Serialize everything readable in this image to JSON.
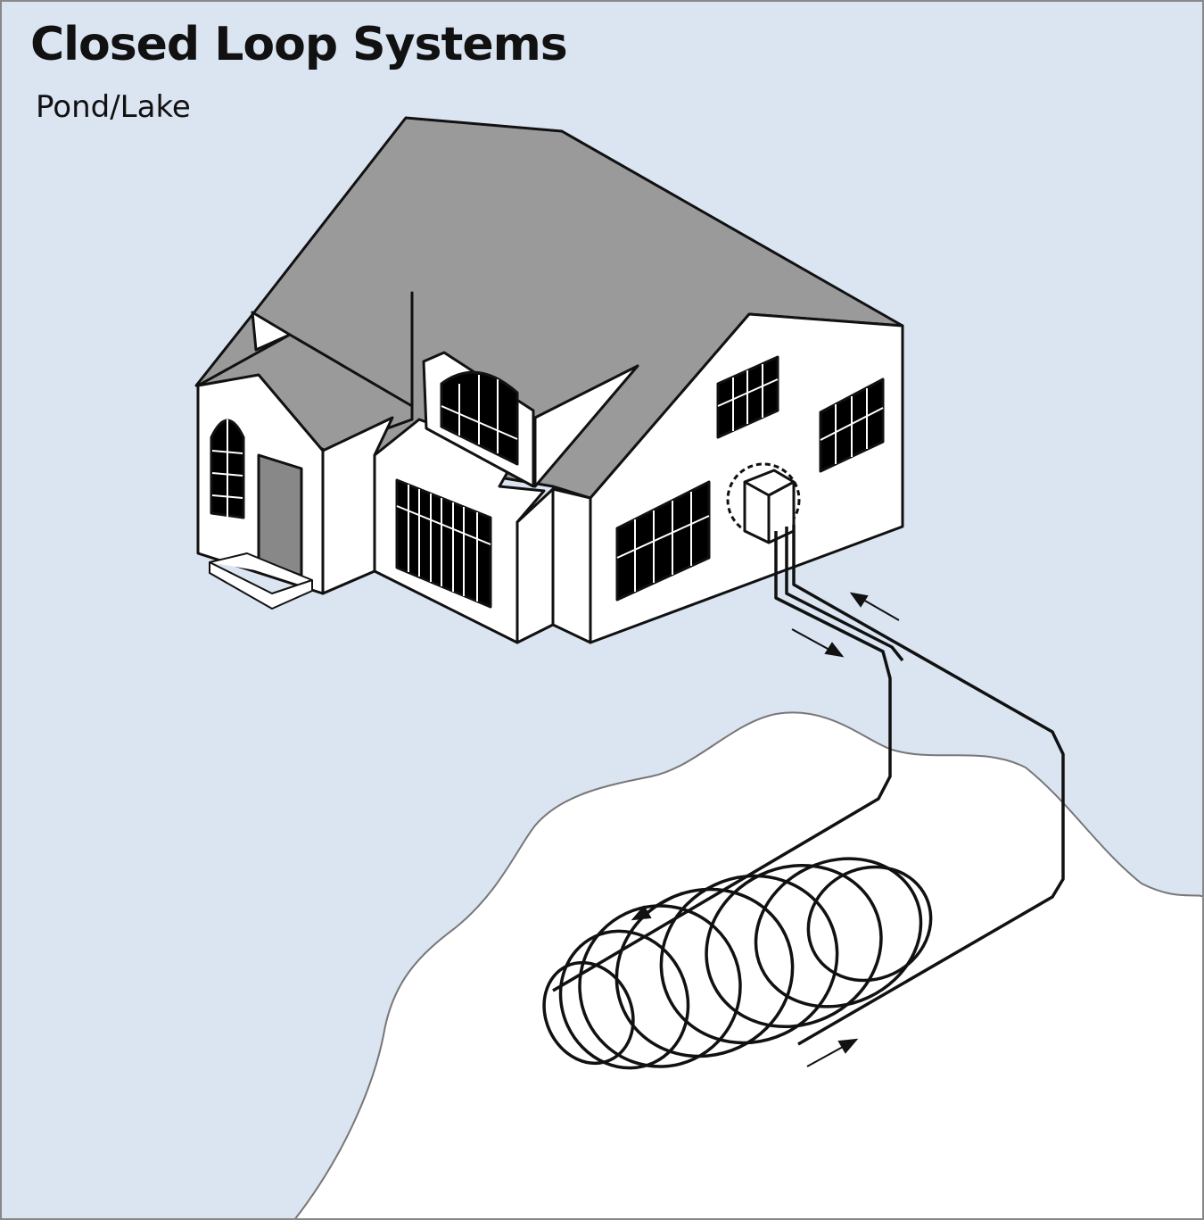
{
  "title": "Closed Loop Systems",
  "subtitle": "Pond/Lake",
  "colors": {
    "ground": "#dbe5f2",
    "pond": "#ffffff",
    "roof": "#9a9a9a",
    "walls": "#ffffff",
    "windows": "#000000",
    "door": "#888888",
    "pipe": "#111111",
    "frame": "#888888"
  },
  "icons": [
    "house",
    "heat-pump-unit",
    "loop-pipe",
    "pipe-coil",
    "flow-arrow"
  ]
}
